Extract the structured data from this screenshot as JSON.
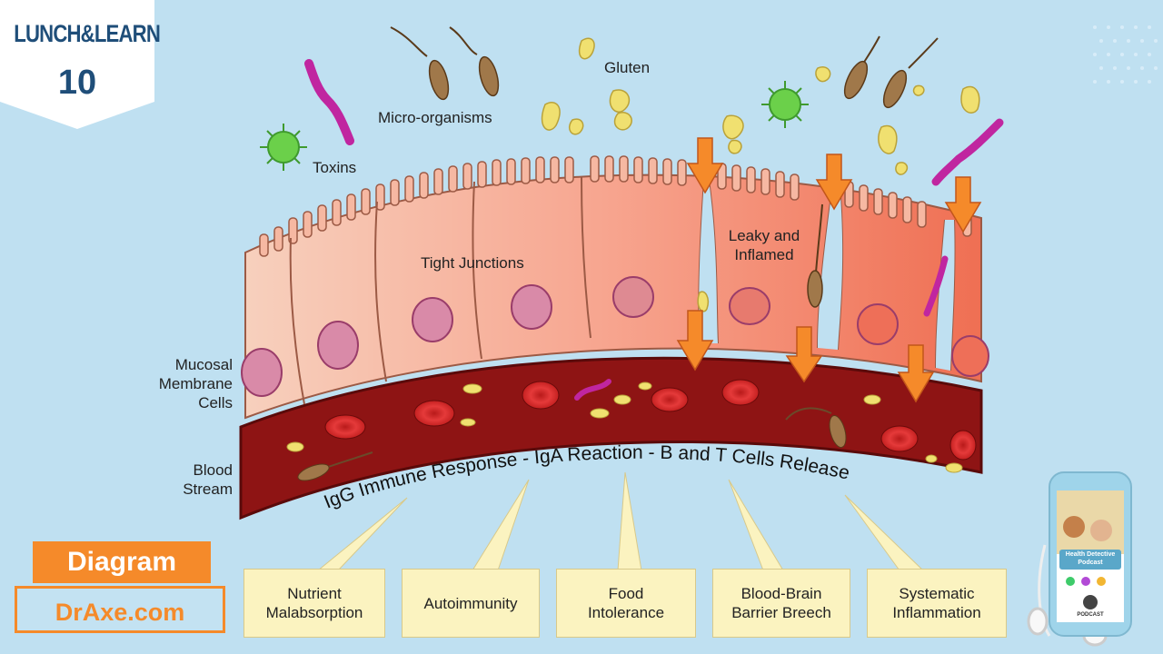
{
  "badge": {
    "line1": "LUNCH&LEARN",
    "line2": "10"
  },
  "labels": {
    "micro_organisms": "Micro-organisms",
    "gluten": "Gluten",
    "toxins": "Toxins",
    "tight_junctions": "Tight Junctions",
    "leaky_line1": "Leaky and",
    "leaky_line2": "Inflamed",
    "mucosal_line1": "Mucosal",
    "mucosal_line2": "Membrane",
    "mucosal_line3": "Cells",
    "blood_line1": "Blood",
    "blood_line2": "Stream",
    "immune_response": "IgG Immune Response - IgA Reaction - B and T Cells Release"
  },
  "outcomes": [
    {
      "line1": "Nutrient",
      "line2": "Malabsorption"
    },
    {
      "line1": "Autoimmunity",
      "line2": ""
    },
    {
      "line1": "Food",
      "line2": "Intolerance"
    },
    {
      "line1": "Blood-Brain",
      "line2": "Barrier Breech"
    },
    {
      "line1": "Systematic",
      "line2": "Inflammation"
    }
  ],
  "tags": {
    "type": "Diagram",
    "source": "DrAxe.com"
  },
  "podcast": {
    "title_line1": "Health Detective",
    "title_line2": "Podcast",
    "footer": "PODCAST"
  },
  "colors": {
    "background": "#bfe0f1",
    "accent": "#f58a2a",
    "brand": "#1f4e79",
    "blood": "#8e1414",
    "outcome_box": "#fbf3c0"
  },
  "icons": [
    "virus-icon",
    "bacteria-icon",
    "parasite-icon",
    "gluten-icon",
    "red-blood-cell-icon",
    "arrow-icon",
    "phone-icon",
    "earbuds-icon"
  ]
}
